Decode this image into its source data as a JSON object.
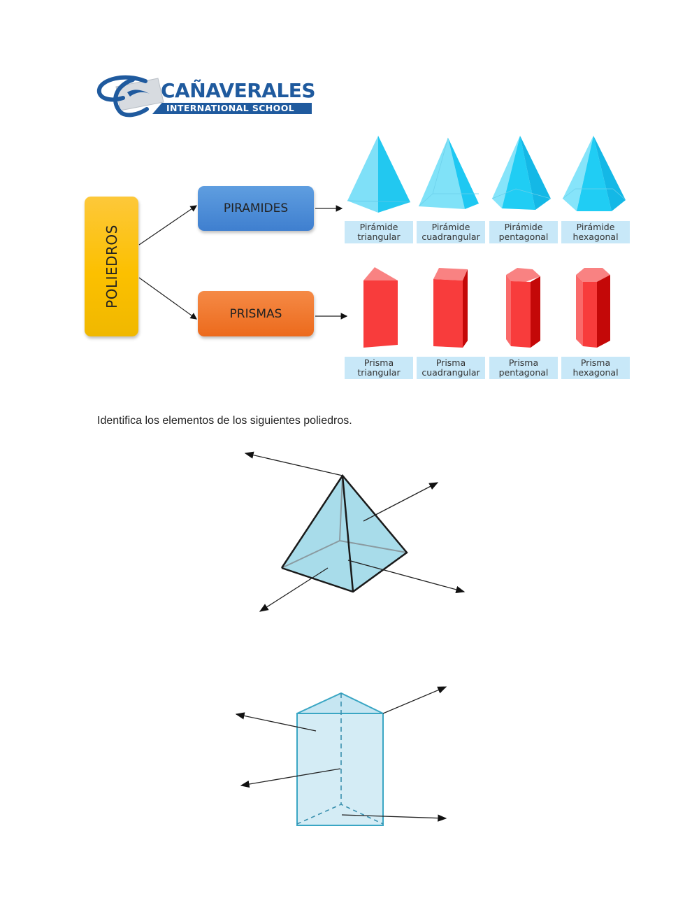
{
  "logo": {
    "title": "CAÑAVERALES",
    "subtitle": "INTERNATIONAL SCHOOL",
    "brand_color": "#1f5a9e"
  },
  "concept_map": {
    "root": {
      "label": "POLIEDROS",
      "color": "#fcc000"
    },
    "branches": [
      {
        "label": "PIRAMIDES",
        "color": "#4a8ad6"
      },
      {
        "label": "PRISMAS",
        "color": "#f07a2e"
      }
    ]
  },
  "pyramids": [
    {
      "line1": "Pirámide",
      "line2": "triangular",
      "icon": "triangular-pyramid-icon"
    },
    {
      "line1": "Pirámide",
      "line2": "cuadrangular",
      "icon": "square-pyramid-icon"
    },
    {
      "line1": "Pirámide",
      "line2": "pentagonal",
      "icon": "pentagonal-pyramid-icon"
    },
    {
      "line1": "Pirámide",
      "line2": "hexagonal",
      "icon": "hexagonal-pyramid-icon"
    }
  ],
  "prisms": [
    {
      "line1": "Prisma",
      "line2": "triangular",
      "icon": "triangular-prism-icon"
    },
    {
      "line1": "Prisma",
      "line2": "cuadrangular",
      "icon": "square-prism-icon"
    },
    {
      "line1": "Prisma",
      "line2": "pentagonal",
      "icon": "pentagonal-prism-icon"
    },
    {
      "line1": "Prisma",
      "line2": "hexagonal",
      "icon": "hexagonal-prism-icon"
    }
  ],
  "colors": {
    "pyramid_fill": "#3cd0f5",
    "prism_fill": "#f83c3c",
    "label_bg": "#c8e8f8",
    "diagram_fill": "#a8dcea"
  },
  "exercise": {
    "instruction": "Identifica los elementos de los siguientes poliedros.",
    "diagrams": [
      {
        "shape": "square-pyramid",
        "arrow_count": 4
      },
      {
        "shape": "triangular-prism",
        "arrow_count": 4
      }
    ]
  }
}
